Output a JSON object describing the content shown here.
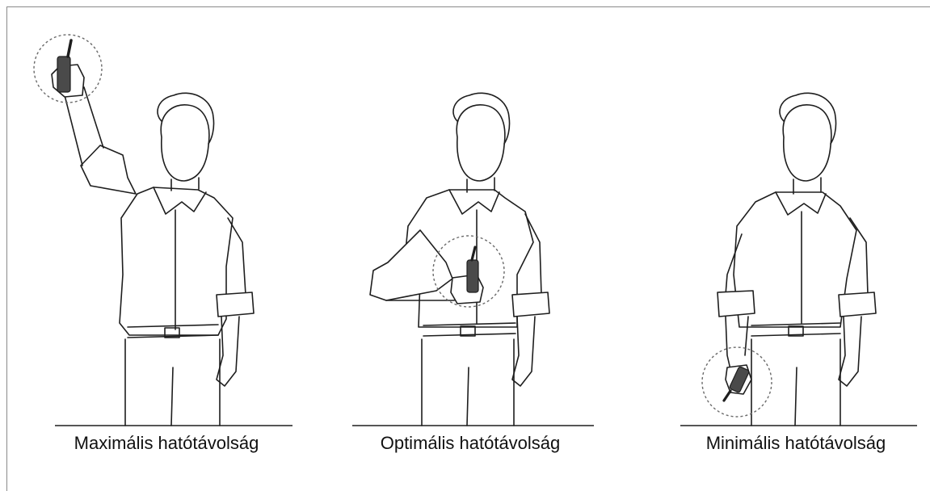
{
  "captions": {
    "maximum": "Maximális hatótávolság",
    "optimal": "Optimális hatótávolság",
    "minimum": "Minimális hatótávolság"
  },
  "colors": {
    "line": "#1e1e1e",
    "radio": "#4a4a4a",
    "ring": "#6a6a6a",
    "frame": "#8a8a8a"
  }
}
